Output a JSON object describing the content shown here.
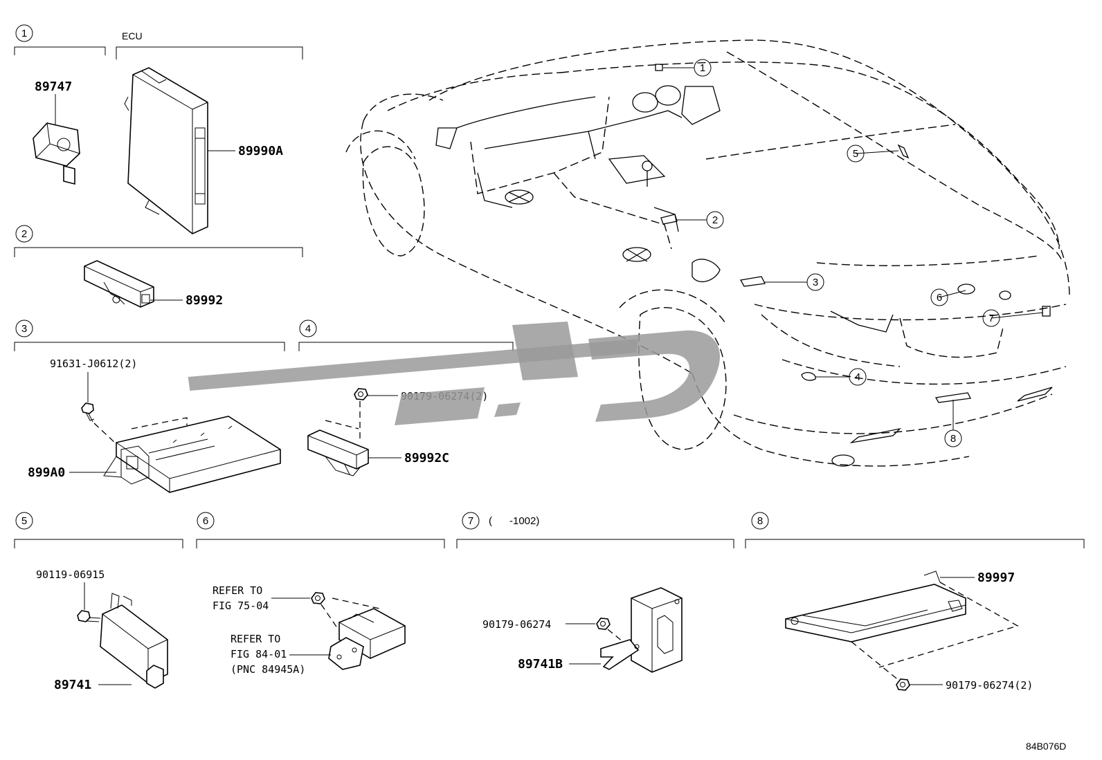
{
  "sections": {
    "s1": {
      "num": "1"
    },
    "ecu": {
      "label": "ECU"
    },
    "s2": {
      "num": "2"
    },
    "s3": {
      "num": "3"
    },
    "s4": {
      "num": "4"
    },
    "s5": {
      "num": "5"
    },
    "s6": {
      "num": "6"
    },
    "s7": {
      "num": "7",
      "note": "(      -1002)"
    },
    "s8": {
      "num": "8"
    }
  },
  "parts": {
    "p89747": "89747",
    "p89990A": "89990A",
    "p89992": "89992",
    "p91631": "91631-J0612(2)",
    "p899A0": "899A0",
    "p90179a": "90179-06274(2)",
    "p89992C": "89992C",
    "p90119": "90119-06915",
    "p89741": "89741",
    "refer1a": "REFER TO",
    "refer1b": "FIG 75-04",
    "refer2a": "REFER TO",
    "refer2b": "FIG 84-01",
    "refer2c": "(PNC 84945A)",
    "p90179b": "90179-06274",
    "p89741B": "89741B",
    "p89997": "89997",
    "p90179c": "90179-06274(2)"
  },
  "car_callouts": [
    "1",
    "2",
    "3",
    "4",
    "5",
    "6",
    "7",
    "8"
  ],
  "figure_code": "84B076D",
  "colors": {
    "line": "#000000",
    "watermark": "#9a9a9a",
    "background": "#ffffff"
  }
}
